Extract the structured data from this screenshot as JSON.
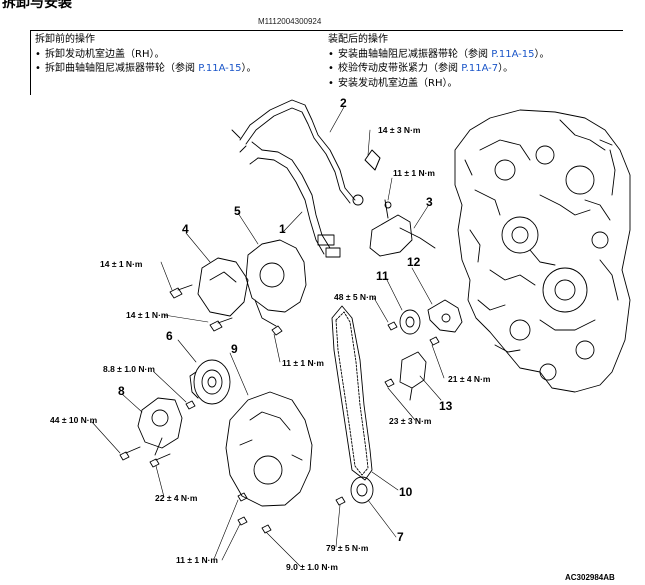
{
  "title": "拆卸与安装",
  "doc_code": "M1112004300924",
  "before_removal": {
    "heading": "拆卸前的操作",
    "items": [
      {
        "text": "拆卸发动机室边盖（RH）。",
        "ref": ""
      },
      {
        "text": "拆卸曲轴轴阻尼减振器带轮（参阅 ",
        "ref": "P.11A-15",
        "tail": "）。"
      }
    ]
  },
  "after_installation": {
    "heading": "装配后的操作",
    "items": [
      {
        "text": "安装曲轴轴阻尼减振器带轮（参阅 ",
        "ref": "P.11A-15",
        "tail": "）。"
      },
      {
        "text": "校验传动皮带张紧力（参阅 ",
        "ref": "P.11A-7",
        "tail": "）。"
      },
      {
        "text": "安装发动机室边盖（RH）。",
        "ref": "",
        "tail": ""
      }
    ]
  },
  "callouts": [
    "1",
    "2",
    "3",
    "4",
    "5",
    "6",
    "7",
    "8",
    "9",
    "10",
    "11",
    "12",
    "13"
  ],
  "torques": [
    "14 ± 3 N·m",
    "11 ± 1 N·m",
    "14 ± 1 N·m",
    "14 ± 1 N·m",
    "48 ± 5 N·m",
    "11 ± 1 N·m",
    "8.8 ± 1.0 N·m",
    "21 ± 4 N·m",
    "44 ± 10 N·m",
    "23 ± 3 N·m",
    "22 ± 4 N·m",
    "79 ± 5 N·m",
    "11 ± 1 N·m",
    "9.0 ± 1.0 N·m"
  ],
  "figure_code": "AC302984AB"
}
